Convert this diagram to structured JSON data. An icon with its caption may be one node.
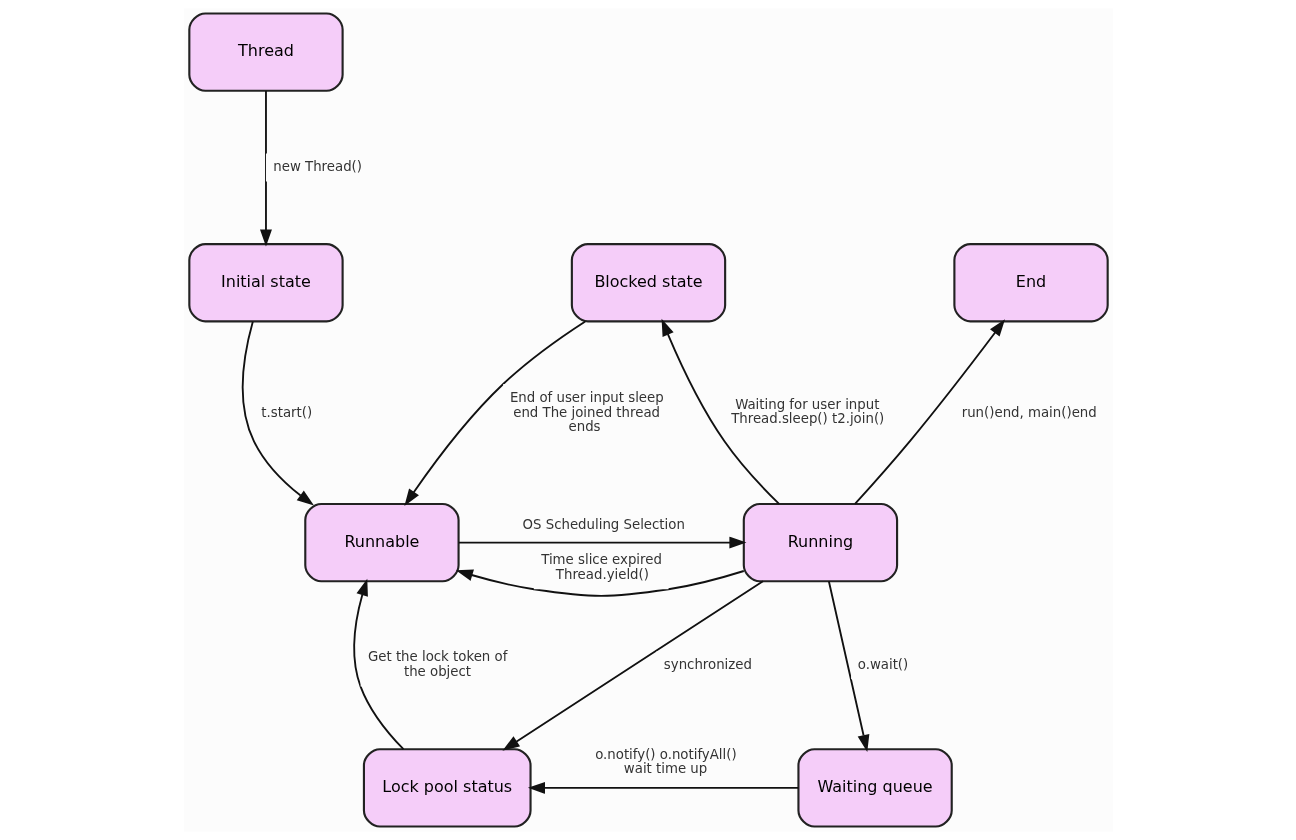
{
  "diagram": {
    "nodes": [
      {
        "text": [
          "Thread"
        ]
      },
      {
        "text": [
          "Initial state"
        ]
      },
      {
        "text": [
          "Blocked state"
        ]
      },
      {
        "text": [
          "End"
        ]
      },
      {
        "text": [
          "Runnable"
        ]
      },
      {
        "text": [
          "Running"
        ]
      },
      {
        "text": [
          "Lock pool status"
        ]
      },
      {
        "text": [
          "Waiting queue"
        ]
      }
    ],
    "edges": [
      {
        "from": 0,
        "to": 1,
        "arrow": "to",
        "label": "new Thread()"
      },
      {
        "from": 1,
        "to": 4,
        "arrow": "to",
        "label": "t.start()"
      },
      {
        "from": 2,
        "to": 4,
        "arrow": "to",
        "label": "End of user input sleep end The joined thread ends"
      },
      {
        "from": 5,
        "to": 2,
        "arrow": "to",
        "label": "Waiting for user input Thread.sleep() t2.join()"
      },
      {
        "from": 5,
        "to": 3,
        "arrow": "to",
        "label": "run()end, main()end"
      },
      {
        "from": 5,
        "to": 4,
        "arrow": "to",
        "label": "Time slice expired Thread.yield()"
      },
      {
        "from": 4,
        "to": 5,
        "arrow": "to",
        "label": "OS Scheduling Selection"
      },
      {
        "from": 5,
        "to": 6,
        "arrow": "to",
        "label": "synchronized"
      },
      {
        "from": 5,
        "to": 7,
        "arrow": "to",
        "label": "o.wait()"
      },
      {
        "from": 7,
        "to": 6,
        "arrow": "to",
        "label": "o.notify() o.notifyAll() wait time up"
      },
      {
        "from": 6,
        "to": 4,
        "arrow": "to",
        "label": "Get the lock token of the object"
      }
    ]
  }
}
